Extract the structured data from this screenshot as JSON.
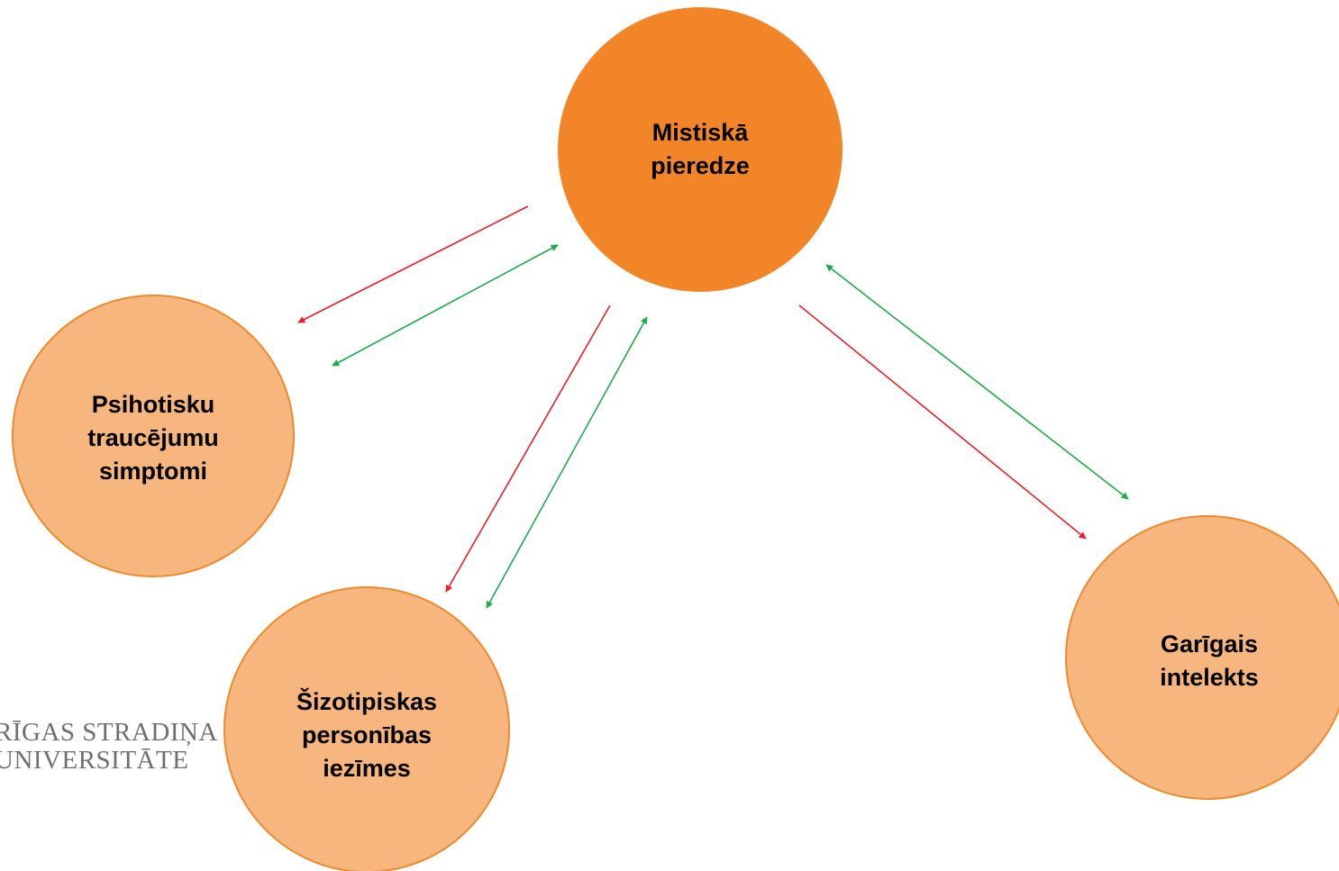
{
  "nodes": {
    "mystic": {
      "line1": "Mistiskā",
      "line2": "pieredze",
      "fill": "#f28528"
    },
    "psychotic": {
      "line1": "Psihotisku",
      "line2": "traucējumu",
      "line3": "simptomi",
      "fill": "#f7b67e"
    },
    "schizotypal": {
      "line1": "Šizotipiskas",
      "line2": "personības",
      "line3": "iezīmes",
      "fill": "#f7b67e"
    },
    "spiritual": {
      "line1": "Garīgais",
      "line2": "intelekts",
      "fill": "#f7b67e"
    }
  },
  "logo": {
    "line1": "RĪGAS STRADIŅA",
    "line2": "UNIVERSITĀTE"
  },
  "colors": {
    "red_arrow": "#e8202a",
    "green_arrow": "#1faa4b",
    "node_stroke": "#ec8a2e",
    "logo_text": "#6f6f6f"
  }
}
